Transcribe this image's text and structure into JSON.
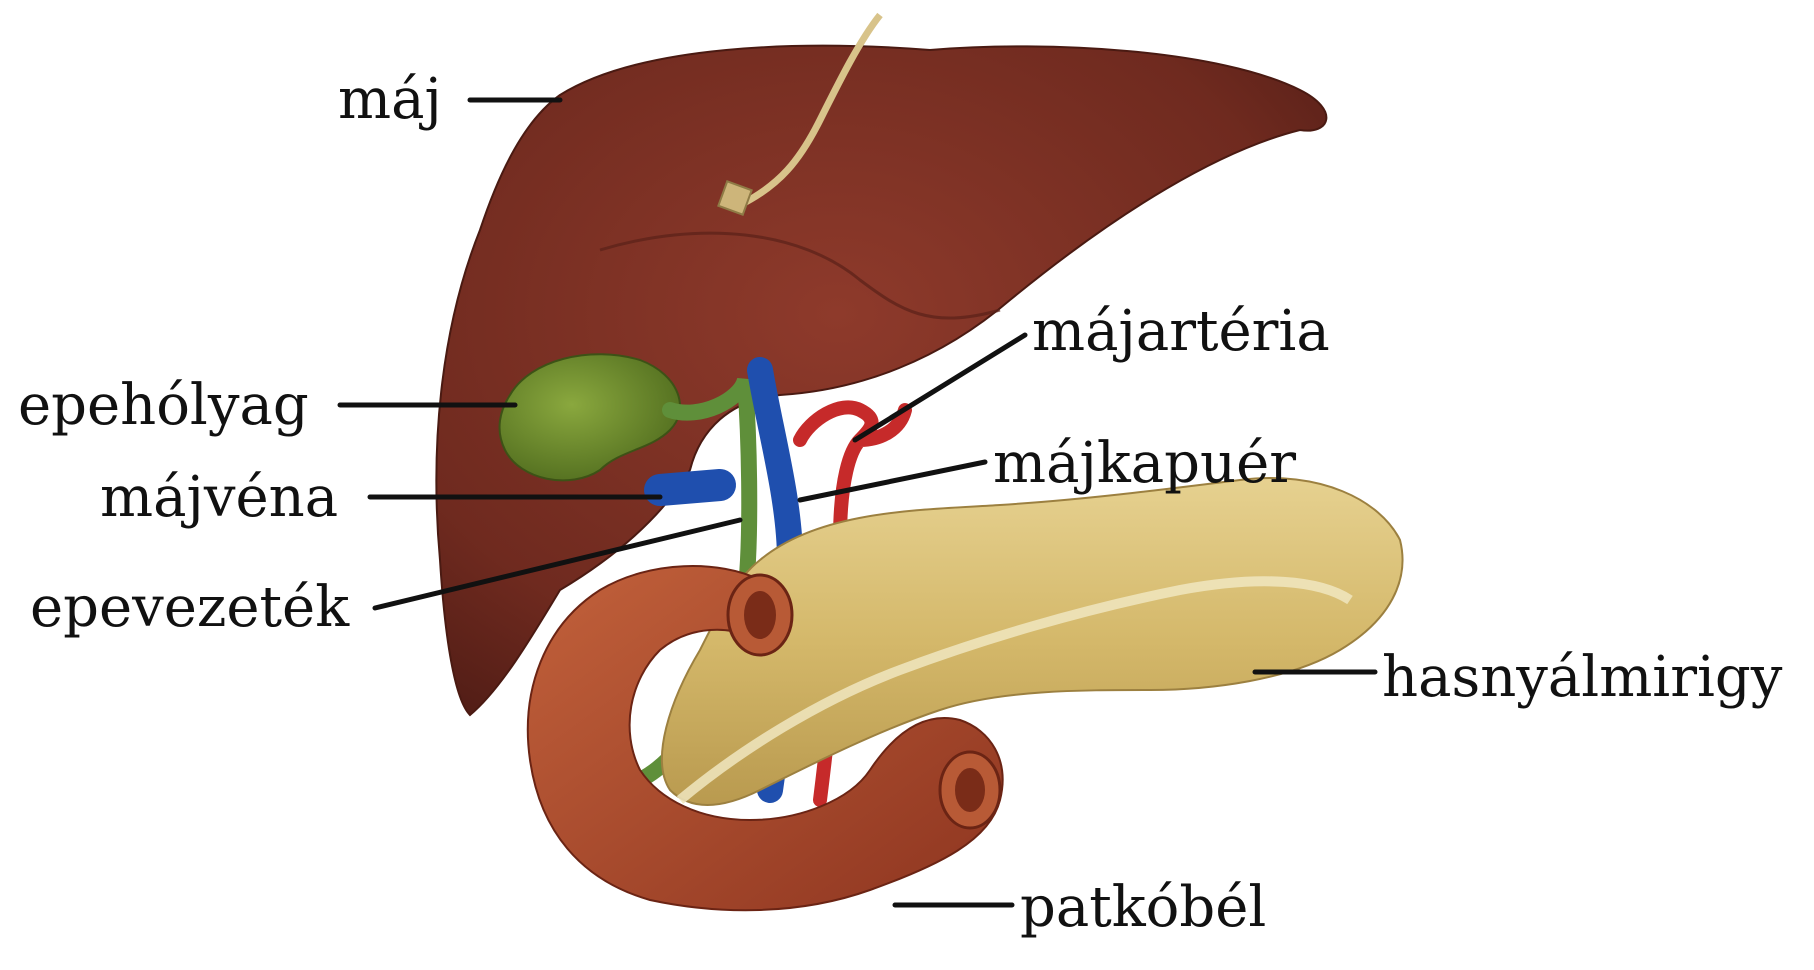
{
  "labels": {
    "maj": "máj",
    "majarteria": "májartéria",
    "epeholyag": "epehólyag",
    "majkapuer": "májkapuér",
    "majvena": "májvéna",
    "epevezetek": "epevezeték",
    "hasnyalmirigy": "hasnyálmirigy",
    "patkobel": "patkóbél"
  },
  "colors": {
    "liver": "#7a2f22",
    "gallbladder": "#6f8a2a",
    "vein": "#1f4fae",
    "artery": "#c62a2a",
    "bile_duct": "#5f8f3a",
    "pancreas": "#d9c27d",
    "duodenum": "#b6502f",
    "leader_line": "#111111"
  }
}
